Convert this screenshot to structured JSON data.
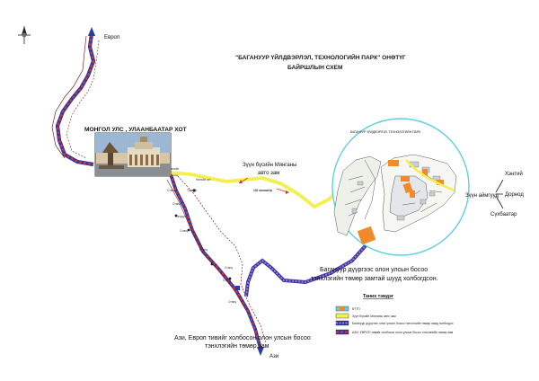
{
  "title": {
    "line1": "\"БАГАНУУР  ҮЙЛДВЭРЛЭЛ, ТЕХНОЛОГИЙН ПАРК\" ОНӨТҮГ",
    "line2": "БАЙРШЛЫН СХЕМ"
  },
  "city": {
    "label": "МОНГОЛ УЛС , УЛААНБААТАР ХОТ"
  },
  "destinations": {
    "north": "Европ",
    "south": "Ази",
    "hentii": "Хэнтий",
    "dornod": "Дорнод",
    "suhbaatar": "Сүхбаатар",
    "zuun_aimguud": "Зүүн аймгууд"
  },
  "roads": {
    "mintan_line1": "Зүүн бүсийн Мянганы",
    "mintan_line2": "авто зам",
    "km_marker": "130 километр"
  },
  "park_ring_label": "БАГАНУУР ҮЙЛДВЭРЛЭЛ, ТЕХНОЛОГИЙН ПАРК",
  "notes": {
    "rail_note_line1": "Багануур дүүргээс олон улсын босоо",
    "rail_note_line2": "тэнхлэгийн төмөр замтай шууд холбогдсон.",
    "trans_line1": "Ази, Европ тивийг холбосон   олон улсын     босоо",
    "trans_line2": "тэнхлэгийн төмөр зам"
  },
  "legend": {
    "title": "Таних тэмдэг",
    "items": [
      {
        "label": "БҮТП"
      },
      {
        "label": "Зүүн бүсийн Мянганы авто зам"
      },
      {
        "label": "Багануур дүүргээс олон улсын босоо тэнхлэгийн төмөр замд холбогдох"
      },
      {
        "label": "АЗИ, ЕВРОП тивийг холбосон олон улсын босоо тэнхлэгийн төмөр зам"
      }
    ]
  },
  "colors": {
    "rail_red": "#d9312b",
    "rail_blue": "#2a3aa8",
    "road_yellow": "#f3ef4b",
    "ring_cyan": "#5fd0e0",
    "park_orange": "#f28a2b",
    "spur_purple": "#8a5a9e"
  },
  "icons": [
    "north-arrow-icon",
    "city-photo"
  ]
}
